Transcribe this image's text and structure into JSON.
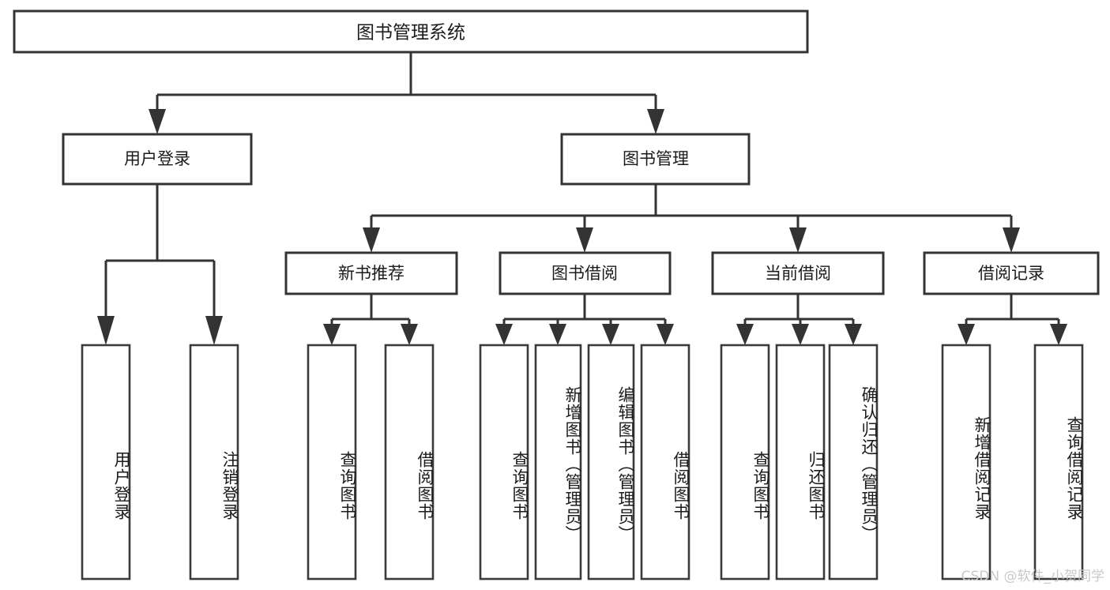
{
  "diagram": {
    "type": "tree",
    "title": "图书管理系统",
    "watermark": "CSDN @软件_小贺同学",
    "colors": {
      "box_stroke": "#333333",
      "box_fill": "#ffffff",
      "connector": "#333333",
      "text": "#1b1b1b",
      "watermark": "#c9c9c9",
      "background": "#ffffff"
    },
    "root": {
      "label": "图书管理系统"
    },
    "level2": [
      {
        "label": "用户登录"
      },
      {
        "label": "图书管理"
      }
    ],
    "level3": [
      {
        "label": "新书推荐"
      },
      {
        "label": "图书借阅"
      },
      {
        "label": "当前借阅"
      },
      {
        "label": "借阅记录"
      }
    ],
    "leaves": {
      "user_login": [
        {
          "label": "用户登录"
        },
        {
          "label": "注销登录"
        }
      ],
      "new_book": [
        {
          "label": "查询图书"
        },
        {
          "label": "借阅图书"
        }
      ],
      "book_borrow": [
        {
          "label": "查询图书"
        },
        {
          "label": "新增图书（管理员）"
        },
        {
          "label": "编辑图书（管理员）"
        },
        {
          "label": "借阅图书"
        }
      ],
      "current_borrow": [
        {
          "label": "查询图书"
        },
        {
          "label": "归还图书"
        },
        {
          "label": "确认归还（管理员）"
        }
      ],
      "borrow_record": [
        {
          "label": "新增借阅记录"
        },
        {
          "label": "查询借阅记录"
        }
      ]
    }
  }
}
